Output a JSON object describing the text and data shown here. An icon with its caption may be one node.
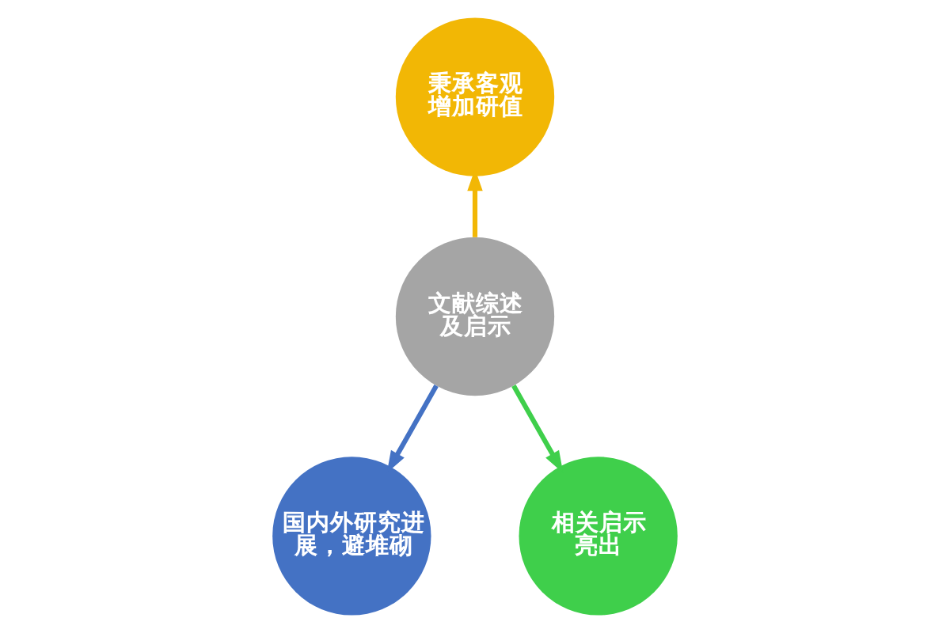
{
  "diagram": {
    "nodes": [
      {
        "text": [
          "秉承客观增加研值"
        ]
      },
      {
        "text": [
          "文献综述及启示"
        ]
      },
      {
        "text": [
          "国内外研究进展，避堆砌"
        ]
      },
      {
        "text": [
          "相关启示亮出"
        ]
      }
    ],
    "edges": [
      {
        "from": 1,
        "to": 0,
        "arrow": "to",
        "color": "#f2b705"
      },
      {
        "from": 1,
        "to": 2,
        "arrow": "to",
        "color": "#4472c4"
      },
      {
        "from": 1,
        "to": 3,
        "arrow": "to",
        "color": "#3fcf4b"
      }
    ]
  }
}
